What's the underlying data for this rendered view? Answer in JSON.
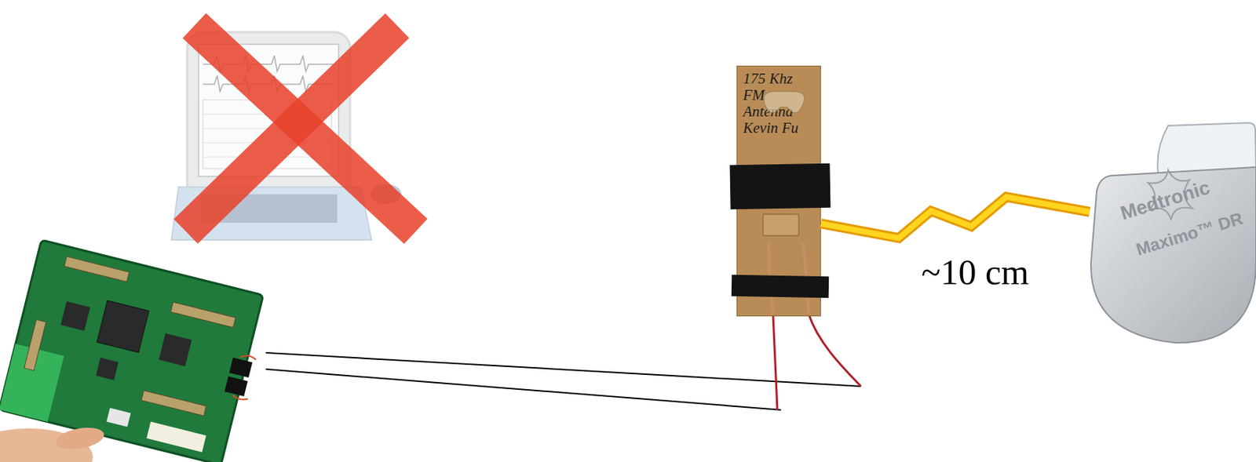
{
  "diagram": {
    "nodes": [
      {
        "text": [
          "175 Khz FM Antenna Kevin Fu"
        ]
      },
      {
        "text": [
          "Medtronic",
          "Maximo™ DR"
        ]
      }
    ],
    "edges": [
      {
        "from": 0,
        "to": 1,
        "arrow": "none",
        "label": "~10 cm"
      }
    ]
  }
}
